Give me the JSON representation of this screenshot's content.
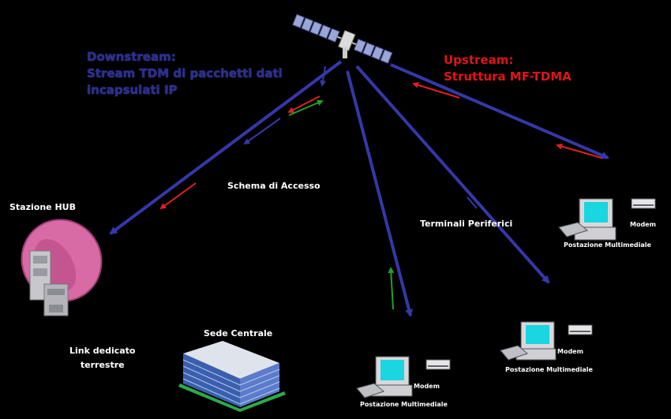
{
  "downstream": {
    "line1": "Downstream:",
    "line2": "Stream TDM di pacchetti dati",
    "line3": "incapsulati IP"
  },
  "upstream": {
    "line1": "Upstream:",
    "line2": "Struttura MF-TDMA"
  },
  "labels": {
    "schema_accesso": "Schema di Accesso",
    "stazione_hub": "Stazione HUB",
    "terminali_periferici": "Terminali Periferici",
    "sede_centrale": "Sede Centrale",
    "link_line1": "Link dedicato",
    "link_line2": "terrestre"
  },
  "terminals": [
    {
      "modem": "Modem",
      "station": "Postazione Multimediale"
    },
    {
      "modem": "Modem",
      "station": "Postazione Multimediale"
    },
    {
      "modem": "Modem",
      "station": "Postazione Multimediale"
    }
  ],
  "colors": {
    "link_blue": "#3538a8",
    "downstream_text": "#2b2d8f",
    "upstream_text": "#e01414",
    "red_arrow": "#e02020",
    "green_arrow": "#22a022",
    "dish_pink": "#d86aa6",
    "monitor_cyan": "#19d6e0"
  }
}
